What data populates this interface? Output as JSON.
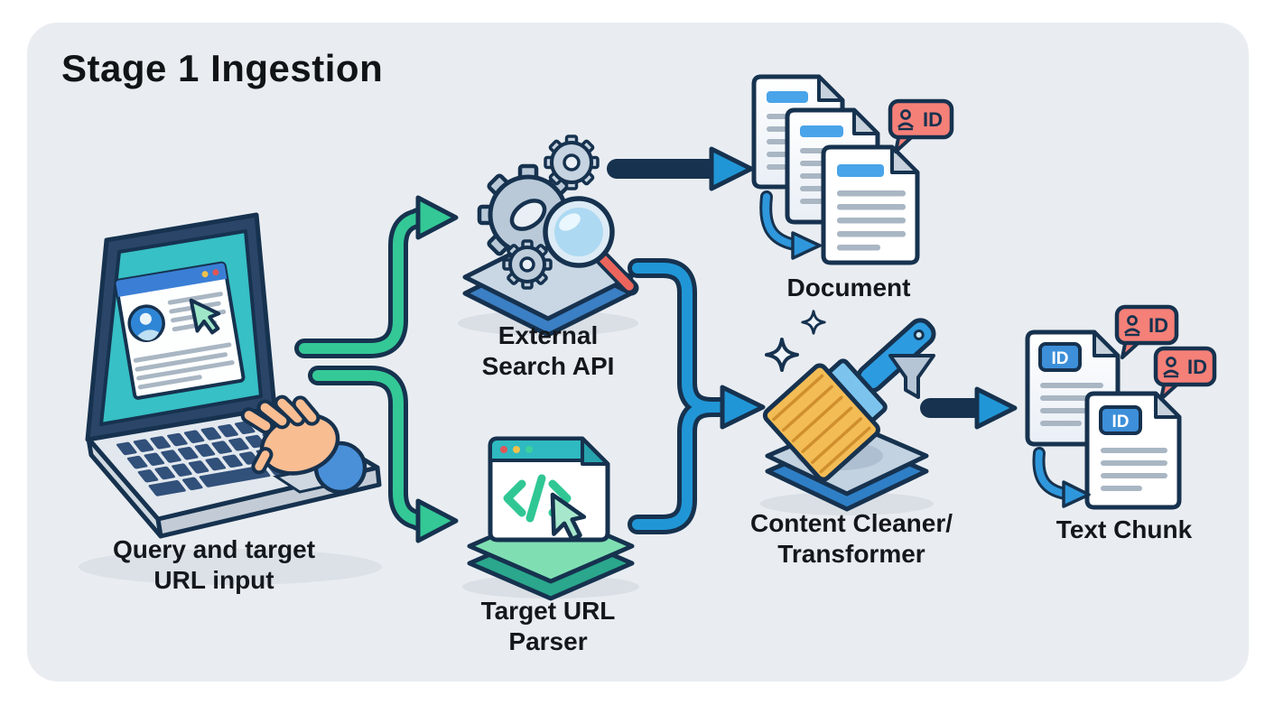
{
  "title": "Stage 1 Ingestion",
  "colors": {
    "canvas": "#ffffff",
    "card": "#e9edf1",
    "navy": "#16324f",
    "ink": "#14181d",
    "green": "#34c896",
    "blue": "#2196d6",
    "teal": "#35bfc6",
    "salmon": "#f58078",
    "doc_accent": "#49a4e9",
    "platform_blue_top": "#c9d7e4",
    "platform_blue_side": "#3b7fc4",
    "platform_green_top": "#7fdfb2",
    "platform_green_side": "#2aa78c",
    "brush_handle": "#2d9be0",
    "bristle": "#f3bc55"
  },
  "nodes": {
    "input": {
      "line1": "Query and target",
      "line2": "URL input"
    },
    "search_api": {
      "line1": "External",
      "line2": "Search API"
    },
    "url_parser": {
      "line1": "Target URL",
      "line2": "Parser"
    },
    "document": {
      "label": "Document"
    },
    "cleaner": {
      "line1": "Content Cleaner/",
      "line2": "Transformer"
    },
    "text_chunk": {
      "label": "Text Chunk"
    }
  },
  "badges": {
    "id": "ID"
  }
}
